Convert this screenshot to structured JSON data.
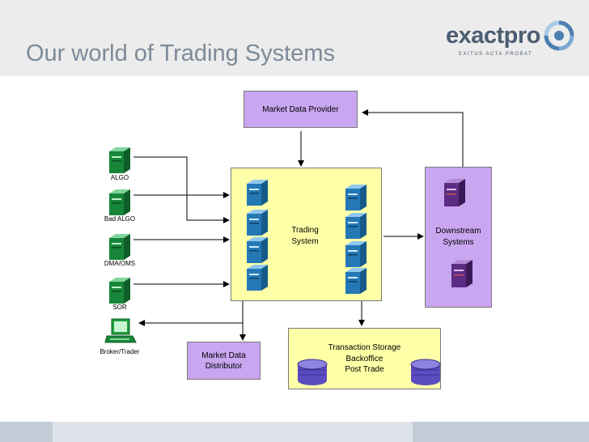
{
  "slide": {
    "title": "Our world of Trading Systems"
  },
  "logo": {
    "name": "exactpro",
    "tagline": "EXITUS ACTA PROBAT"
  },
  "diagram": {
    "market_data_provider": "Market Data Provider",
    "trading_system": "Trading\nSystem",
    "downstream_systems": "Downstream\nSystems",
    "market_data_distributor": "Market Data\nDistributor",
    "transaction_storage": "Transaction Storage\nBackoffice\nPost Trade",
    "clients": [
      {
        "label": "ALGO"
      },
      {
        "label": "Bad ALGO"
      },
      {
        "label": "DMA/OMS"
      },
      {
        "label": "SOR"
      },
      {
        "label": "Broker/Trader"
      }
    ]
  },
  "colors": {
    "header_bg": "#ececec",
    "title_text": "#7d8a99",
    "purple_box": "#c9a6f0",
    "yellow_box": "#ffffa8",
    "green_server": "#1f9e3c",
    "blue_server": "#2e86c1",
    "footer_bar": "#cfd6de"
  }
}
